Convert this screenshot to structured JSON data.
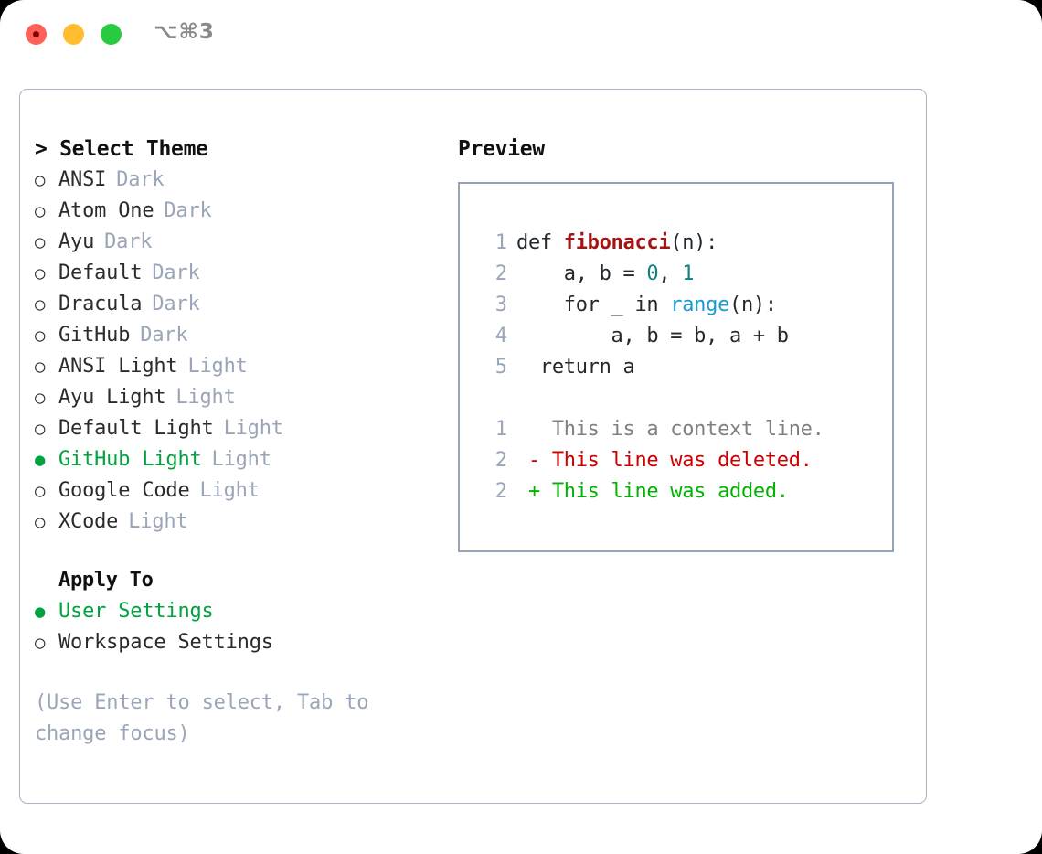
{
  "titlebar": {
    "shortcut": "⌥⌘3",
    "buttons": [
      {
        "name": "close",
        "color": "#ff6058"
      },
      {
        "name": "minimize",
        "color": "#ffbd2f"
      },
      {
        "name": "maximize",
        "color": "#27ca40"
      }
    ]
  },
  "theme_picker": {
    "header": "> Select Theme",
    "marker_selected": "●",
    "marker_unselected": "○",
    "options": [
      {
        "name": "ANSI",
        "tag": "Dark",
        "selected": false
      },
      {
        "name": "Atom One",
        "tag": "Dark",
        "selected": false
      },
      {
        "name": "Ayu",
        "tag": "Dark",
        "selected": false
      },
      {
        "name": "Default",
        "tag": "Dark",
        "selected": false
      },
      {
        "name": "Dracula",
        "tag": "Dark",
        "selected": false
      },
      {
        "name": "GitHub",
        "tag": "Dark",
        "selected": false
      },
      {
        "name": "ANSI Light",
        "tag": "Light",
        "selected": false
      },
      {
        "name": "Ayu Light",
        "tag": "Light",
        "selected": false
      },
      {
        "name": "Default Light",
        "tag": "Light",
        "selected": false
      },
      {
        "name": "GitHub Light",
        "tag": "Light",
        "selected": true
      },
      {
        "name": "Google Code",
        "tag": "Light",
        "selected": false
      },
      {
        "name": "XCode",
        "tag": "Light",
        "selected": false
      }
    ]
  },
  "apply_to": {
    "header": "Apply To",
    "options": [
      {
        "name": "User Settings",
        "selected": true
      },
      {
        "name": "Workspace Settings",
        "selected": false
      }
    ]
  },
  "hint": "(Use Enter to select, Tab to change focus)",
  "preview": {
    "header": "Preview",
    "code_lines": [
      {
        "no": "1",
        "segments": [
          {
            "t": "def ",
            "k": "plain"
          },
          {
            "t": "fibonacci",
            "k": "fn"
          },
          {
            "t": "(n):",
            "k": "plain"
          }
        ]
      },
      {
        "no": "2",
        "segments": [
          {
            "t": "    a, b = ",
            "k": "plain"
          },
          {
            "t": "0",
            "k": "num"
          },
          {
            "t": ", ",
            "k": "plain"
          },
          {
            "t": "1",
            "k": "num"
          }
        ]
      },
      {
        "no": "3",
        "segments": [
          {
            "t": "    for _ in ",
            "k": "plain"
          },
          {
            "t": "range",
            "k": "call"
          },
          {
            "t": "(n):",
            "k": "plain"
          }
        ]
      },
      {
        "no": "4",
        "segments": [
          {
            "t": "        a, b = b, a + b",
            "k": "plain"
          }
        ]
      },
      {
        "no": "5",
        "segments": [
          {
            "t": "  return a",
            "k": "plain"
          }
        ]
      }
    ],
    "diff_lines": [
      {
        "no": "1",
        "kind": "ctx",
        "text": "   This is a context line."
      },
      {
        "no": "2",
        "kind": "del",
        "text": " - This line was deleted."
      },
      {
        "no": "2",
        "kind": "add",
        "text": " + This line was added."
      }
    ]
  },
  "colors": {
    "accent_green": "#00a33f",
    "muted": "#9aa5b8",
    "border": "#97a3b6",
    "panel_border": "#aab3c2",
    "fn_red": "#a31515",
    "num_teal": "#0d8080",
    "call_blue": "#1a9ad0",
    "diff_add": "#00b300",
    "diff_del": "#cc0000",
    "diff_ctx": "#808080"
  }
}
